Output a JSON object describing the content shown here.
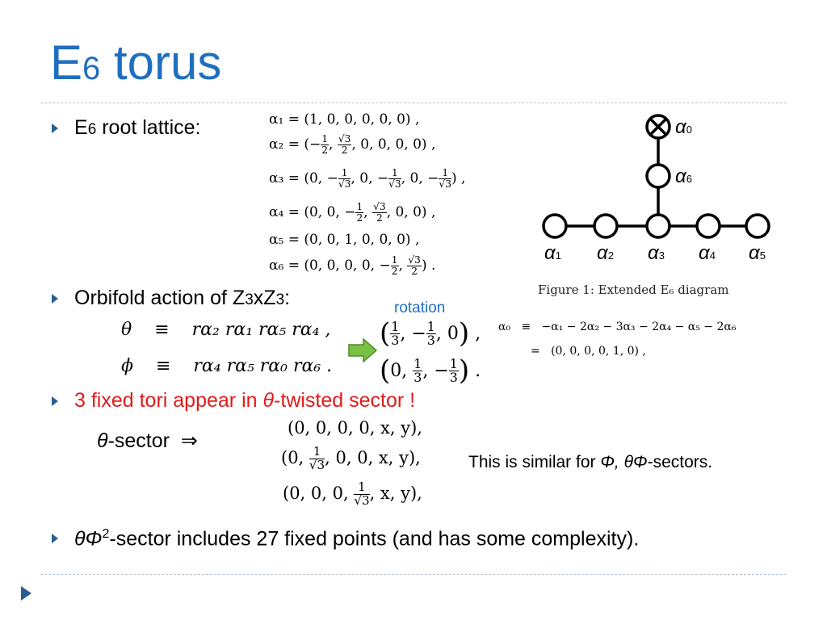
{
  "title": {
    "main": "E",
    "sub": "6",
    "rest": " torus"
  },
  "bullet1": {
    "pre": "E",
    "sub": "6",
    "post": " root lattice:"
  },
  "alphas": [
    {
      "name": "α₁",
      "eq": "= (1, 0, 0, 0, 0, 0) ,"
    },
    {
      "name": "α₂",
      "eq_a": "= (−",
      "f1n": "1",
      "f1d": "2",
      "mid": ", ",
      "f2n": "√3",
      "f2d": "2",
      "tail": ", 0, 0, 0, 0) ,"
    },
    {
      "name": "α₃",
      "eq_a": "= (0, −",
      "f1n": "1",
      "f1d": "√3",
      "mid": ", 0, −",
      "f2n": "1",
      "f2d": "√3",
      "mid2": ", 0, −",
      "f3n": "1",
      "f3d": "√3",
      "tail": ") ,"
    },
    {
      "name": "α₄",
      "eq_a": "= (0, 0, −",
      "f1n": "1",
      "f1d": "2",
      "mid": ", ",
      "f2n": "√3",
      "f2d": "2",
      "tail": ", 0, 0) ,"
    },
    {
      "name": "α₅",
      "eq": "= (0, 0, 1, 0, 0, 0) ,"
    },
    {
      "name": "α₆",
      "eq_a": "= (0, 0, 0, 0, −",
      "f1n": "1",
      "f1d": "2",
      "mid": ", ",
      "f2n": "√3",
      "f2d": "2",
      "tail": ") ."
    }
  ],
  "diagram": {
    "nodes_bottom": [
      "α",
      "α",
      "α",
      "α",
      "α"
    ],
    "subs_bottom": [
      "1",
      "2",
      "3",
      "4",
      "5"
    ],
    "node_mid": {
      "label": "α",
      "sub": "6"
    },
    "node_top": {
      "label": "α",
      "sub": "0"
    },
    "caption": "Figure 1:  Extended E₆ diagram"
  },
  "bullet2": {
    "pre": "Orbifold action of Z",
    "s1": "3",
    "x": "xZ",
    "s2": "3",
    "post": ":"
  },
  "rotation_label": "rotation",
  "theta_def": {
    "lhs": "θ",
    "eq": "≡",
    "rhs": "rα₂ rα₁ rα₅ rα₄ ,"
  },
  "phi_def": {
    "lhs": "ϕ",
    "eq": "≡",
    "rhs": "rα₄ rα₅ rα₀ rα₆ ."
  },
  "theta_vec": {
    "open": "(",
    "f1n": "1",
    "f1d": "3",
    "mid": ", −",
    "f2n": "1",
    "f2d": "3",
    "tail": ", 0",
    "close": ")",
    "end": ","
  },
  "phi_vec": {
    "open": "(",
    "head": "0, ",
    "f1n": "1",
    "f1d": "3",
    "mid": ", −",
    "f2n": "1",
    "f2d": "3",
    "close": ")",
    "end": "."
  },
  "alpha0_def": {
    "lhs": "α₀",
    "eq": "≡",
    "rhs": "−α₁ − 2α₂ − 3α₃ − 2α₄ − α₅ − 2α₆",
    "eq2": "=",
    "rhs2": "(0, 0, 0, 0, 1, 0) ,"
  },
  "bullet3": {
    "pre": "3 fixed tori appear in ",
    "theta": "θ",
    "post": "-twisted sector !"
  },
  "sector": {
    "theta": "θ",
    "label": "-sector",
    "arrow": "⇒"
  },
  "tori": [
    {
      "a": "(0, 0, 0, 0, x, y),"
    },
    {
      "a": "(0, ",
      "fn": "1",
      "fd": "√3",
      "b": ", 0, 0, x, y),"
    },
    {
      "a": "(0, 0, 0, ",
      "fn": "1",
      "fd": "√3",
      "b": ", x, y),"
    }
  ],
  "similar": {
    "pre": "This is similar for ",
    "ital": "Φ, θΦ",
    "post": "-sectors."
  },
  "bullet4": {
    "ital": "θΦ",
    "sup": "2",
    "post": "-sector includes 27 fixed points (and has some complexity)."
  },
  "colors": {
    "title": "#1f6fc0",
    "accent_red": "#e21a1a",
    "rotation": "#1f6fc0",
    "arrow_green": "#7ac143",
    "bullet": "#2b5f8f"
  }
}
